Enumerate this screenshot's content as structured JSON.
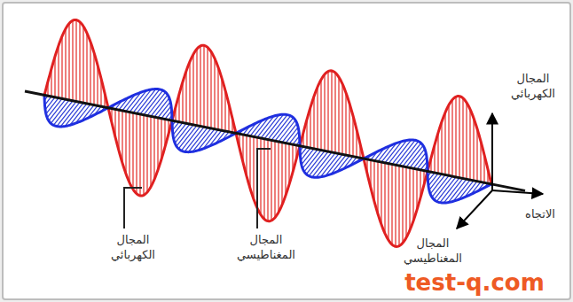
{
  "diagram": {
    "labels": [
      "المجال الكهربائي",
      "الاتجاه",
      "المجال الكهربائي",
      "المجال المغناطيسي",
      "المجال المغناطيسي",
      "test-q.com"
    ]
  }
}
